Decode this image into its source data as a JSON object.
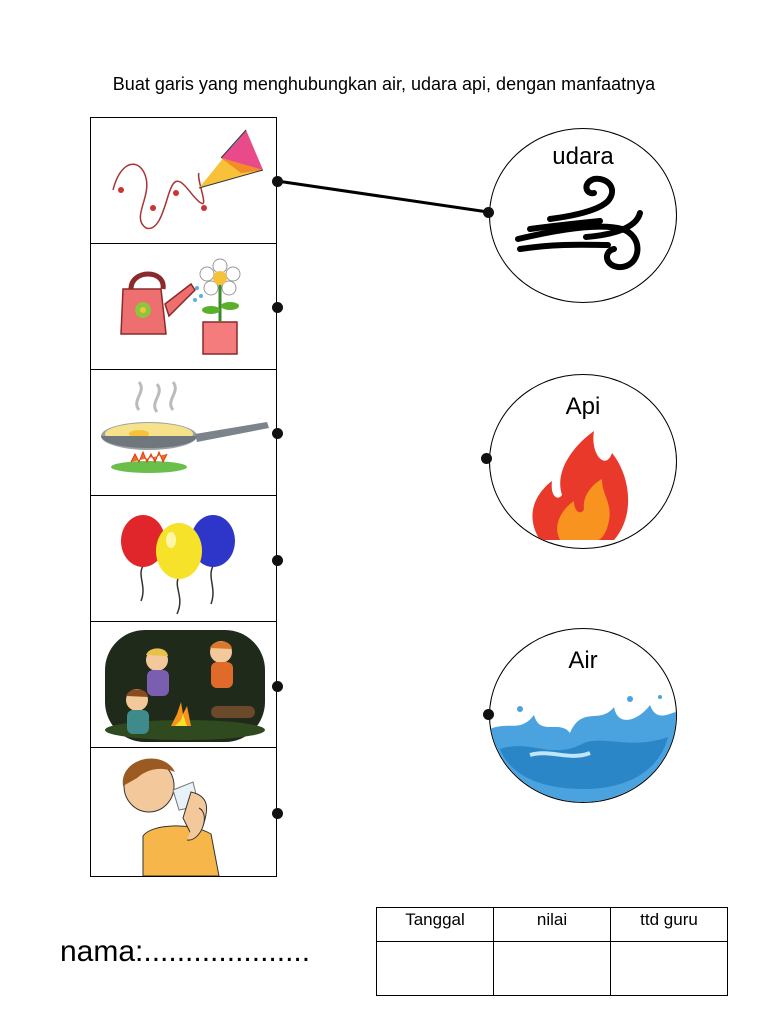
{
  "instruction": "Buat garis yang menghubungkan air, udara api, dengan manfaatnya",
  "pictures": [
    {
      "id": "kite",
      "icon": "kite-icon"
    },
    {
      "id": "watering-flower",
      "icon": "watering-can-icon"
    },
    {
      "id": "frying-pan",
      "icon": "frying-pan-icon"
    },
    {
      "id": "balloons",
      "icon": "balloons-icon"
    },
    {
      "id": "campfire",
      "icon": "campfire-icon"
    },
    {
      "id": "drinking",
      "icon": "drinking-water-icon"
    }
  ],
  "elements": [
    {
      "label": "udara",
      "icon": "wind-icon"
    },
    {
      "label": "Api",
      "icon": "fire-icon"
    },
    {
      "label": "Air",
      "icon": "water-splash-icon"
    }
  ],
  "name_label": "nama:....................",
  "signature_table": {
    "headers": [
      "Tanggal",
      "nilai",
      "ttd guru"
    ]
  },
  "colors": {
    "fire_red": "#e8392a",
    "fire_orange": "#f7931e",
    "water_blue": "#4aa3df"
  }
}
